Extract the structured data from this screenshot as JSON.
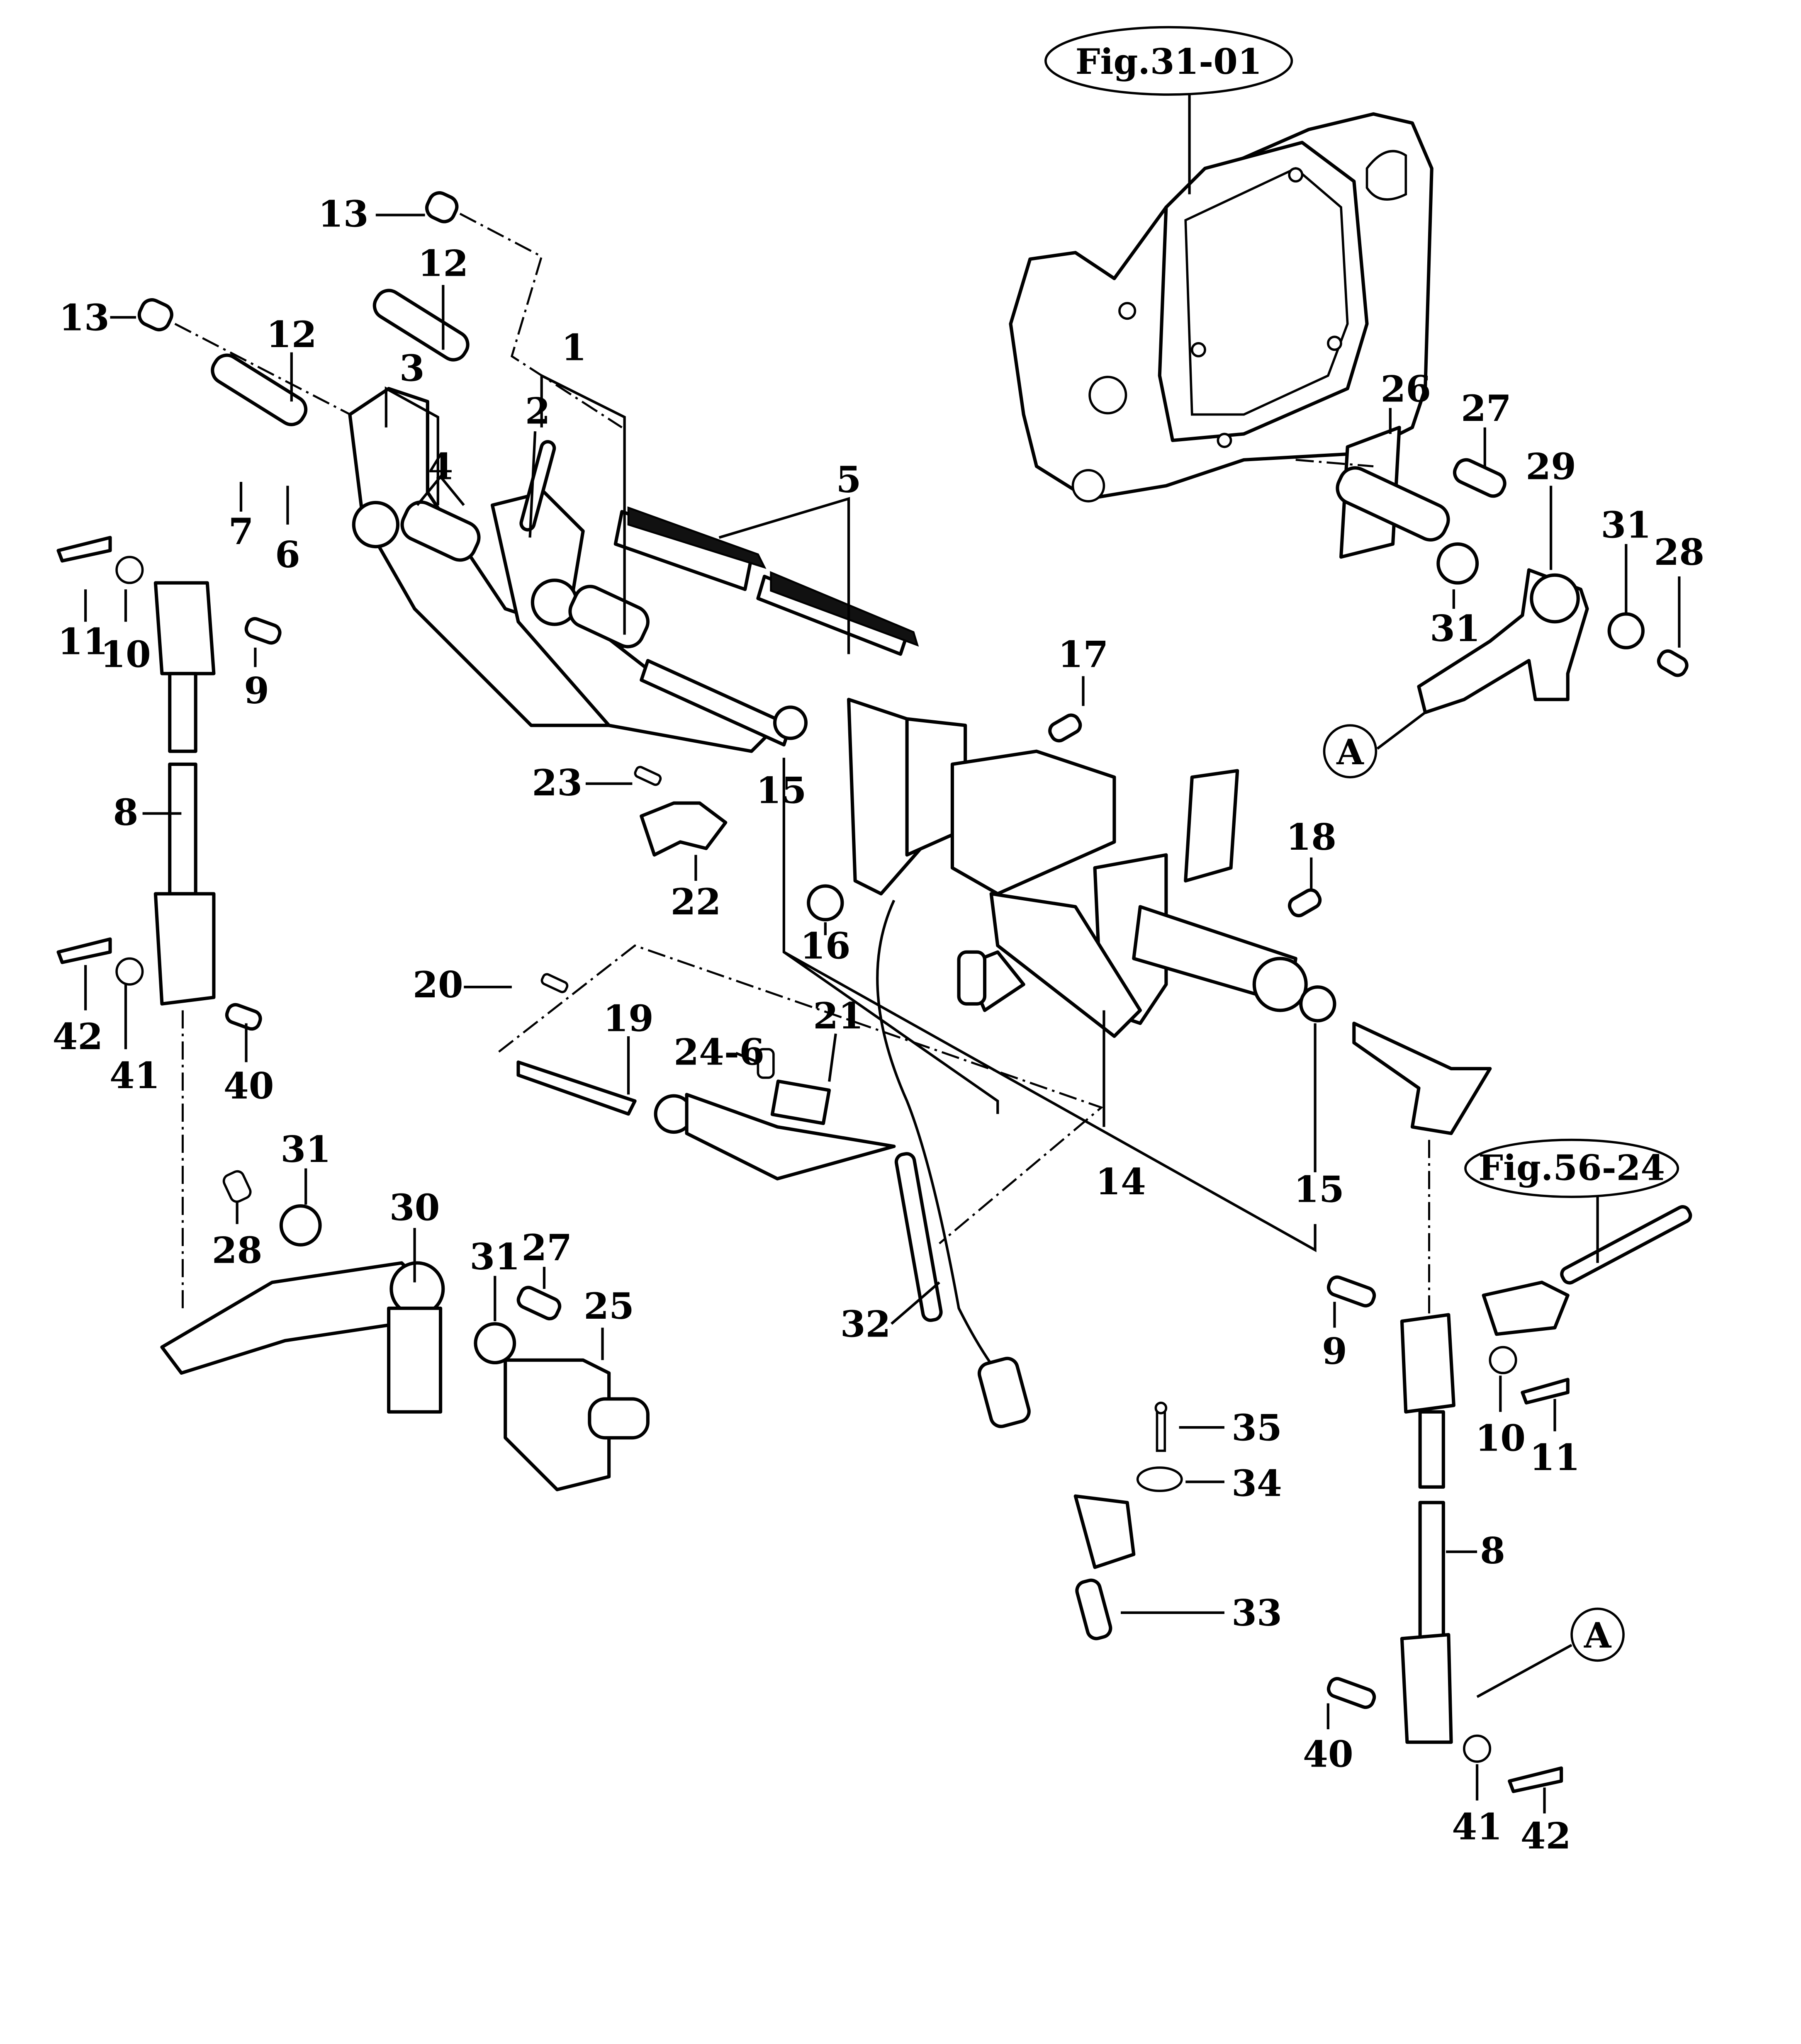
{
  "diagram": {
    "title": "Pedal linkage exploded parts diagram",
    "figure_refs": [
      {
        "id": "fig-31-01",
        "text": "Fig.31-01"
      },
      {
        "id": "fig-56-24",
        "text": "Fig.56-24"
      }
    ],
    "connector_markers": [
      {
        "id": "A-top",
        "text": "A"
      },
      {
        "id": "A-bottom",
        "text": "A"
      }
    ],
    "callouts": [
      {
        "id": "c13a",
        "text": "13"
      },
      {
        "id": "c12a",
        "text": "12"
      },
      {
        "id": "c13b",
        "text": "13"
      },
      {
        "id": "c12b",
        "text": "12"
      },
      {
        "id": "c3",
        "text": "3"
      },
      {
        "id": "c1",
        "text": "1"
      },
      {
        "id": "c2",
        "text": "2"
      },
      {
        "id": "c4",
        "text": "4"
      },
      {
        "id": "c5",
        "text": "5"
      },
      {
        "id": "c7",
        "text": "7"
      },
      {
        "id": "c6",
        "text": "6"
      },
      {
        "id": "c11a",
        "text": "11"
      },
      {
        "id": "c10a",
        "text": "10"
      },
      {
        "id": "c9a",
        "text": "9"
      },
      {
        "id": "c8a",
        "text": "8"
      },
      {
        "id": "c42a",
        "text": "42"
      },
      {
        "id": "c41a",
        "text": "41"
      },
      {
        "id": "c40a",
        "text": "40"
      },
      {
        "id": "c17",
        "text": "17"
      },
      {
        "id": "c15a",
        "text": "15"
      },
      {
        "id": "c23",
        "text": "23"
      },
      {
        "id": "c22",
        "text": "22"
      },
      {
        "id": "c16",
        "text": "16"
      },
      {
        "id": "c18",
        "text": "18"
      },
      {
        "id": "c20",
        "text": "20"
      },
      {
        "id": "c19",
        "text": "19"
      },
      {
        "id": "c24",
        "text": "24-6"
      },
      {
        "id": "c21",
        "text": "21"
      },
      {
        "id": "c14",
        "text": "14"
      },
      {
        "id": "c15b",
        "text": "15"
      },
      {
        "id": "c26",
        "text": "26"
      },
      {
        "id": "c27a",
        "text": "27"
      },
      {
        "id": "c29",
        "text": "29"
      },
      {
        "id": "c31a",
        "text": "31"
      },
      {
        "id": "c28a",
        "text": "28"
      },
      {
        "id": "c31b",
        "text": "31"
      },
      {
        "id": "c31c",
        "text": "31"
      },
      {
        "id": "c28b",
        "text": "28"
      },
      {
        "id": "c30",
        "text": "30"
      },
      {
        "id": "c31d",
        "text": "31"
      },
      {
        "id": "c27b",
        "text": "27"
      },
      {
        "id": "c25",
        "text": "25"
      },
      {
        "id": "c32",
        "text": "32"
      },
      {
        "id": "c35",
        "text": "35"
      },
      {
        "id": "c34",
        "text": "34"
      },
      {
        "id": "c33",
        "text": "33"
      },
      {
        "id": "c9b",
        "text": "9"
      },
      {
        "id": "c10b",
        "text": "10"
      },
      {
        "id": "c11b",
        "text": "11"
      },
      {
        "id": "c8b",
        "text": "8"
      },
      {
        "id": "c40b",
        "text": "40"
      },
      {
        "id": "c41b",
        "text": "41"
      },
      {
        "id": "c42b",
        "text": "42"
      }
    ]
  }
}
